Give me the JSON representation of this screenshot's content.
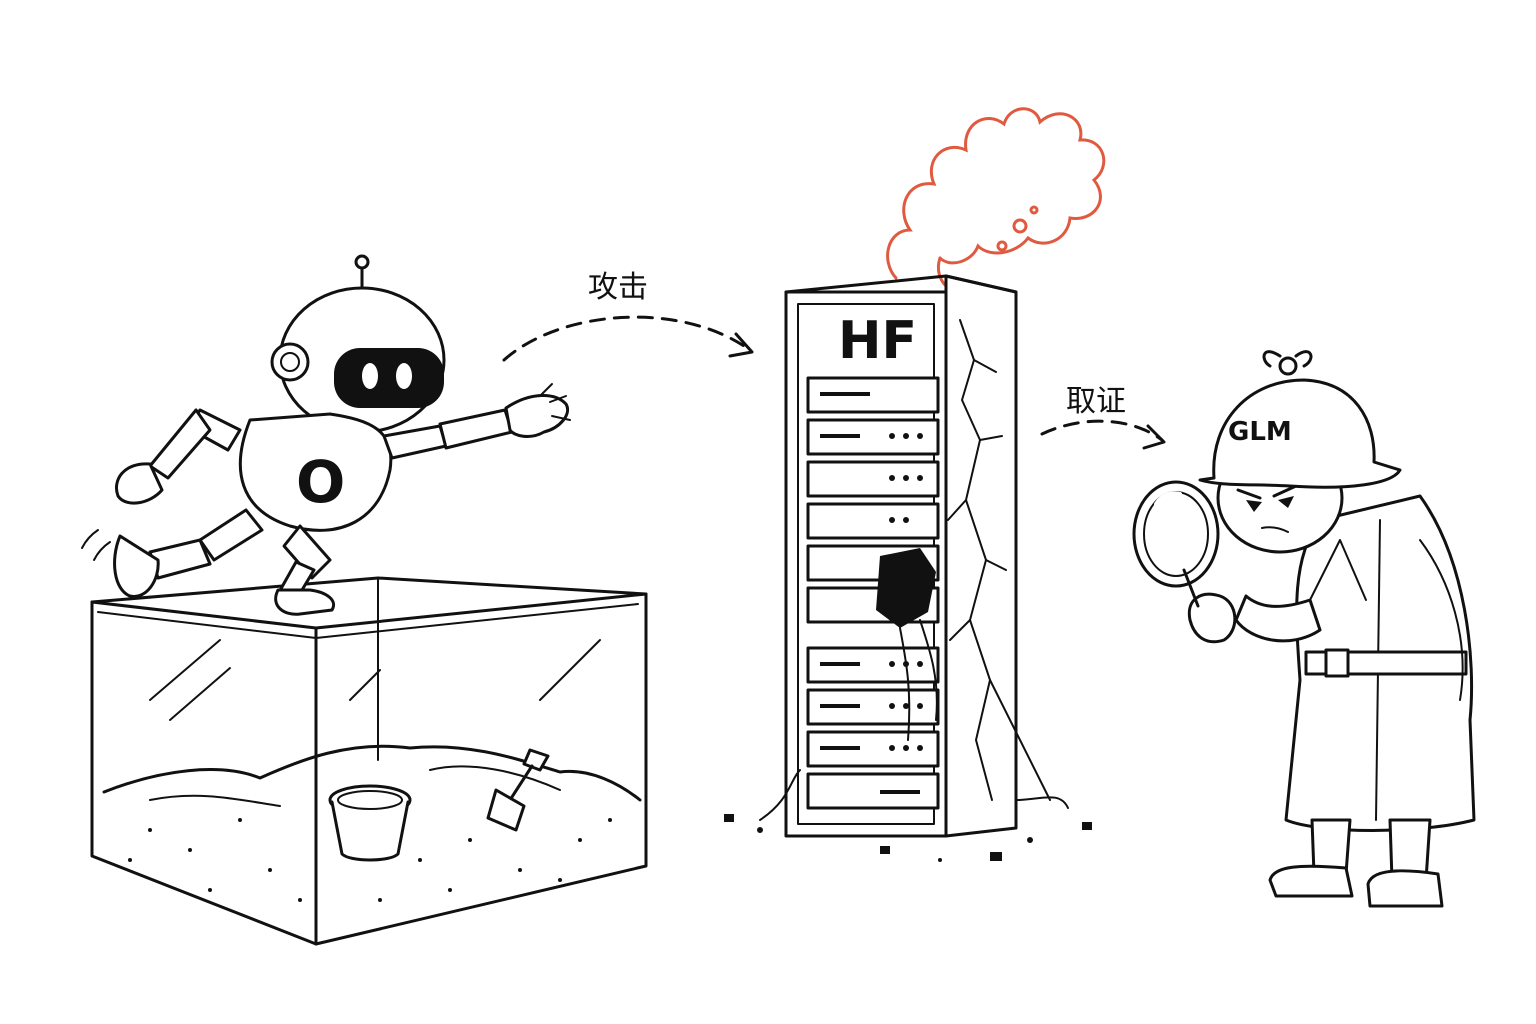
{
  "labels": {
    "attack": "攻击",
    "forensics": "取证"
  },
  "robot": {
    "chest_letter": "O"
  },
  "server_rack": {
    "label": "HF"
  },
  "detective": {
    "hat_label": "GLM"
  },
  "colors": {
    "ink": "#111111",
    "smoke": "#e05a40",
    "lens": "#f4a99b",
    "background": "#ffffff"
  }
}
